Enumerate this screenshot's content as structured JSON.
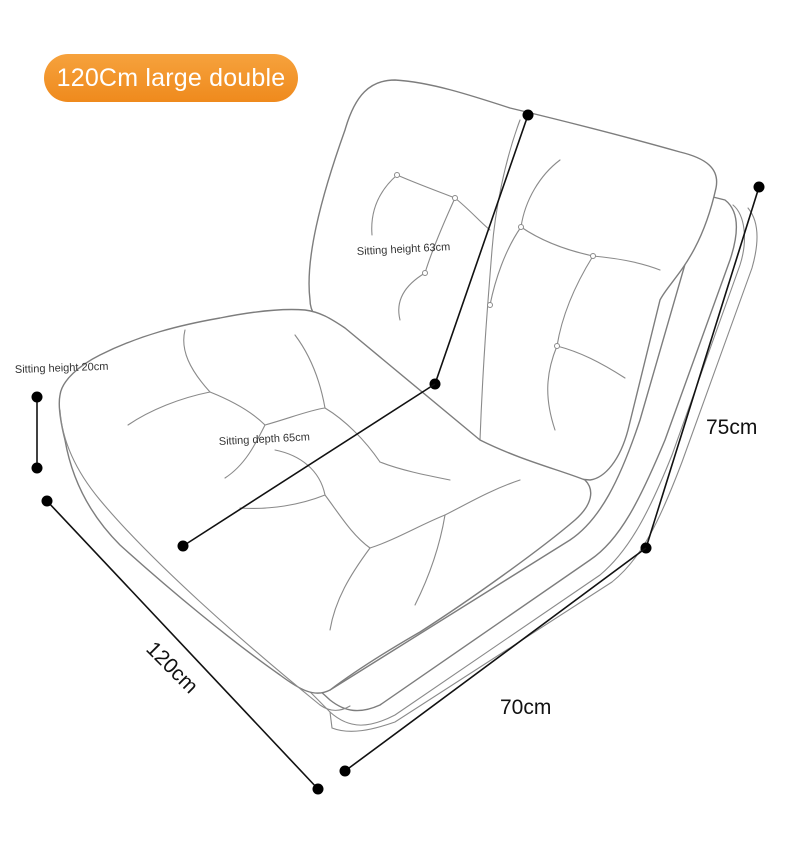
{
  "badge": {
    "text": "120Cm large double",
    "color": "#f29429"
  },
  "labels": {
    "backrest_height": "Sitting height 63cm",
    "seat_height": "Sitting height 20cm",
    "seat_depth": "Sitting depth 65cm"
  },
  "dimensions": {
    "height": "75cm",
    "width": "70cm",
    "length": "120cm"
  }
}
